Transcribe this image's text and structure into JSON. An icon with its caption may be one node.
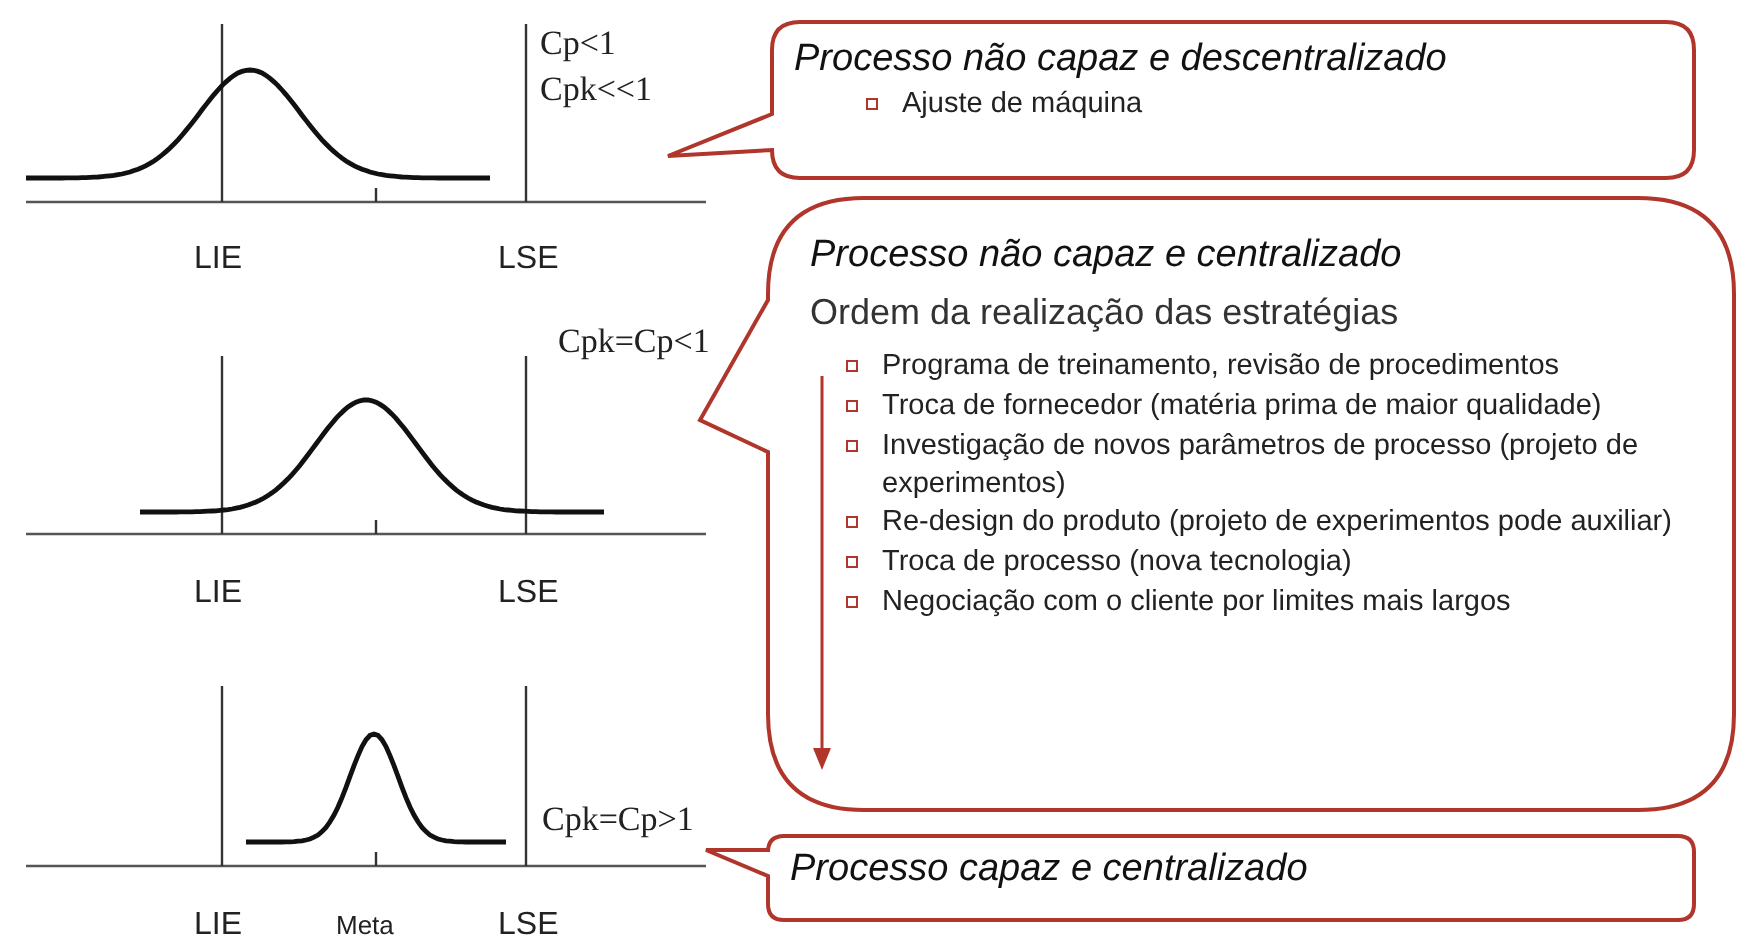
{
  "diagram": {
    "nodes": [
      {
        "text": [
          "Processo não capaz e descentralizado",
          "Ajuste de máquina"
        ]
      },
      {
        "text": [
          "Processo não capaz e centralizado",
          "Ordem da realização das estratégias",
          "Programa de treinamento, revisão de procedimentos",
          "Troca de fornecedor (matéria prima de maior qualidade)",
          "Investigação de novos parâmetros de processo (projeto de experimentos)",
          "Re-design do produto (projeto de experimentos pode auxiliar)",
          "Troca de processo (nova tecnologia)",
          "Negociação com o cliente por limites mais largos"
        ]
      },
      {
        "text": [
          "Processo capaz e centralizado"
        ]
      }
    ],
    "labels": [
      "Cp<1",
      "Cpk<<1",
      "LIE",
      "LSE",
      "Cpk=Cp<1",
      "LIE",
      "LSE",
      "Cpk=Cp>1",
      "LIE",
      "Meta",
      "LSE"
    ]
  }
}
